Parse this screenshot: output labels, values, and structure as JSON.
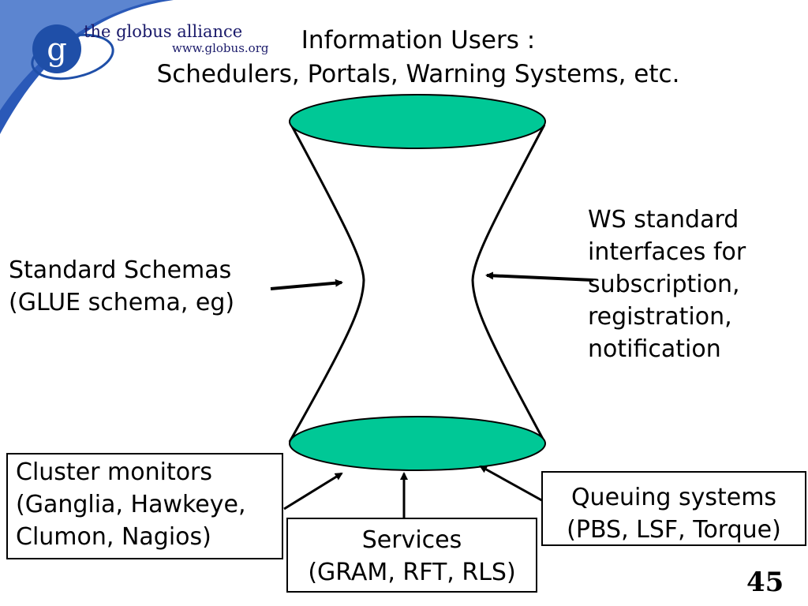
{
  "logo": {
    "name": "the globus alliance",
    "url": "www.globus.org",
    "glyph": "g",
    "swoosh_color": "#2a59b8",
    "ring_color": "#1f4fa8"
  },
  "title": {
    "line1": "Information Users :",
    "line2": "Schedulers, Portals, Warning Systems, etc."
  },
  "hourglass": {
    "fill_color": "#00c896"
  },
  "left_label": {
    "line1": "Standard Schemas",
    "line2": "(GLUE schema, eg)"
  },
  "right_label": {
    "lines": [
      "WS standard",
      "interfaces for",
      "subscription,",
      "registration,",
      "notification"
    ]
  },
  "sources": {
    "cluster_monitors": {
      "line1": "Cluster monitors",
      "line2": "(Ganglia, Hawkeye,",
      "line3": "Clumon, Nagios)"
    },
    "services": {
      "line1": "Services",
      "line2": "(GRAM, RFT, RLS)"
    },
    "queuing_systems": {
      "line1": "Queuing systems",
      "line2": "(PBS, LSF, Torque)"
    }
  },
  "page_number": "45"
}
